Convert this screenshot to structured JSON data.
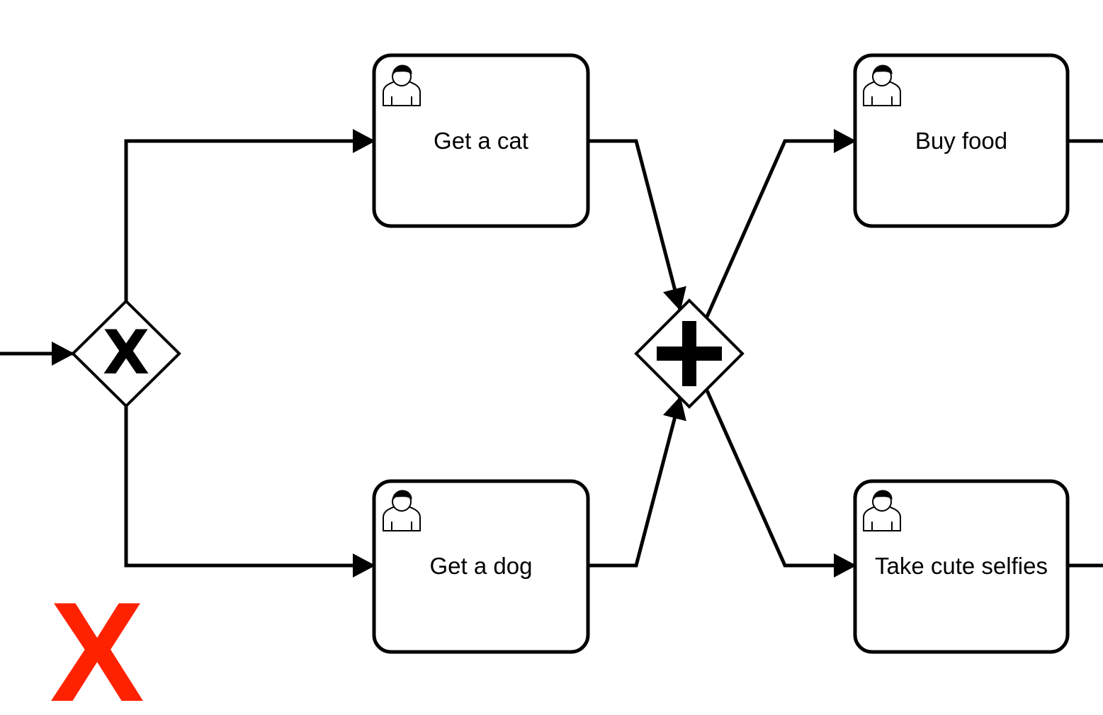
{
  "tasks": [
    {
      "id": "get-cat",
      "label": "Get a cat",
      "icon": "user-icon"
    },
    {
      "id": "get-dog",
      "label": "Get a dog",
      "icon": "user-icon"
    },
    {
      "id": "buy-food",
      "label": "Buy food",
      "icon": "user-icon"
    },
    {
      "id": "take-selfies",
      "label": "Take cute selfies",
      "icon": "user-icon"
    }
  ],
  "gateways": [
    {
      "id": "exclusive",
      "type": "exclusive",
      "marker": "X"
    },
    {
      "id": "parallel",
      "type": "parallel",
      "marker": "+"
    }
  ],
  "flows": [
    {
      "from": "incoming",
      "to": "exclusive"
    },
    {
      "from": "exclusive",
      "to": "get-cat"
    },
    {
      "from": "exclusive",
      "to": "get-dog"
    },
    {
      "from": "get-cat",
      "to": "parallel"
    },
    {
      "from": "get-dog",
      "to": "parallel"
    },
    {
      "from": "parallel",
      "to": "buy-food"
    },
    {
      "from": "parallel",
      "to": "take-selfies"
    },
    {
      "from": "buy-food",
      "to": "outgoing"
    },
    {
      "from": "take-selfies",
      "to": "outgoing"
    }
  ],
  "marks": {
    "wrong_mark": "X",
    "wrong_mark_color": "#ff2200"
  },
  "colors": {
    "stroke": "#000000",
    "fill": "#ffffff"
  }
}
